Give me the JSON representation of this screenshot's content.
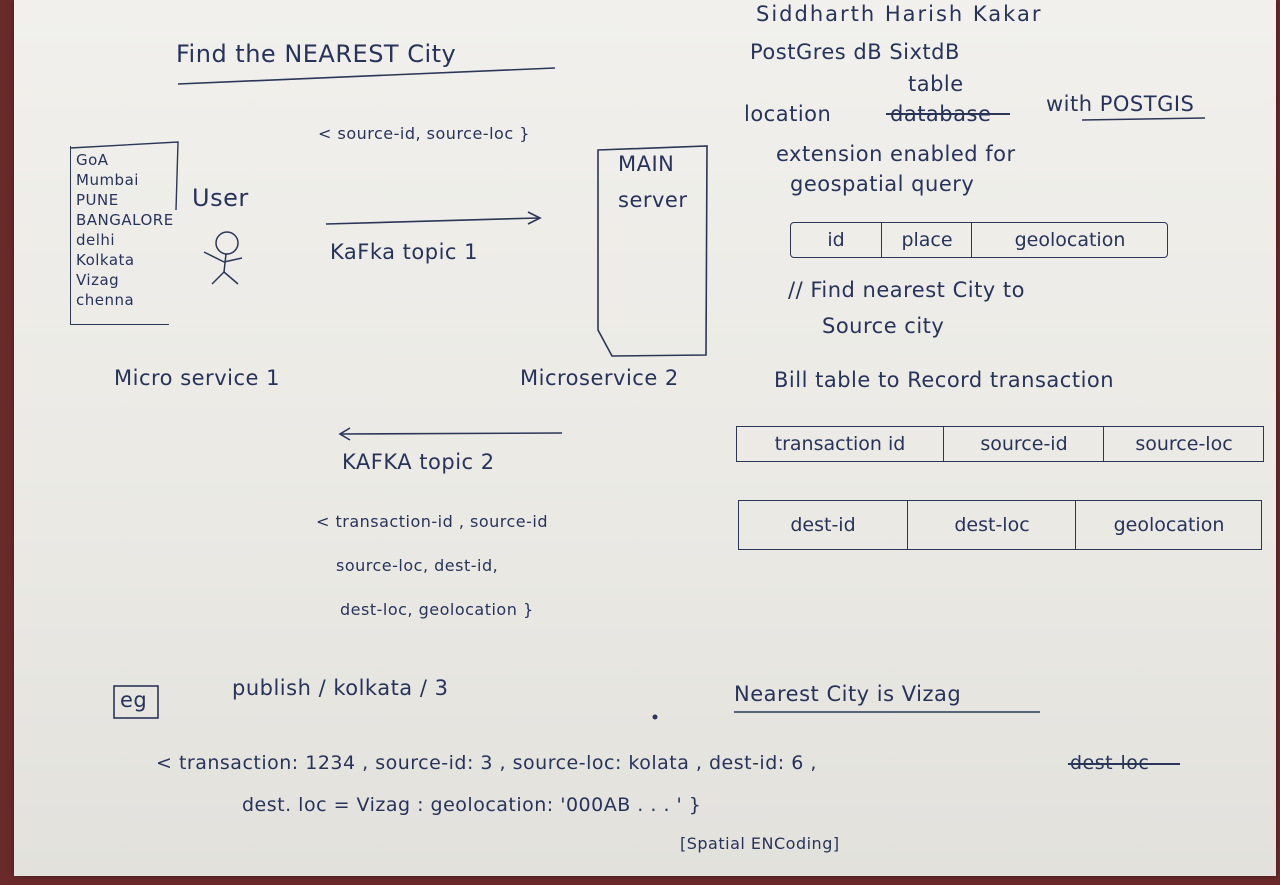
{
  "author": "Siddharth Harish Kakar",
  "title": "Find the NEAREST City",
  "cities": [
    "GoA",
    "Mumbai",
    "PUNE",
    "BANGALORE",
    "delhi",
    "Kolkata",
    "Vizag",
    "chenna"
  ],
  "user_label": "User",
  "microservice1": "Micro service 1",
  "microservice2": "Microservice 2",
  "main_server": [
    "MAIN",
    "server"
  ],
  "source_msg": "< source-id, source-loc }",
  "kafka1": "KaFka topic 1",
  "kafka2": "KAFKA topic 2",
  "reply_msg": [
    "< transaction-id , source-id",
    "source-loc, dest-id,",
    "dest-loc, geolocation }"
  ],
  "db_header": "PostGres dB   SixtdB",
  "db_text": {
    "line1_a": "location",
    "line1_struck": "database",
    "line1_above": "table",
    "line1_b": "with POSTGIS",
    "line2": "extension enabled for",
    "line3": "geospatial query"
  },
  "location_table": [
    "id",
    "place",
    "geolocation"
  ],
  "find_note": [
    "// Find nearest City to",
    "Source city"
  ],
  "bill_note": "Bill table to Record transaction",
  "bill_table_row1": [
    "transaction id",
    "source-id",
    "source-loc"
  ],
  "bill_table_row2": [
    "dest-id",
    "dest-loc",
    "geolocation"
  ],
  "eg_label": "eg",
  "publish": "publish / kolkata / 3",
  "nearest_result": "Nearest City is Vizag",
  "example_line1_a": "< transaction: 1234 , source-id: 3 , source-loc: kolata , dest-id: 6 ,",
  "example_line1_struck": "dest-loc",
  "example_line2": "dest. loc = Vizag : geolocation: '000AB . . . '  }",
  "spatial_note": "[Spatial ENCoding]"
}
